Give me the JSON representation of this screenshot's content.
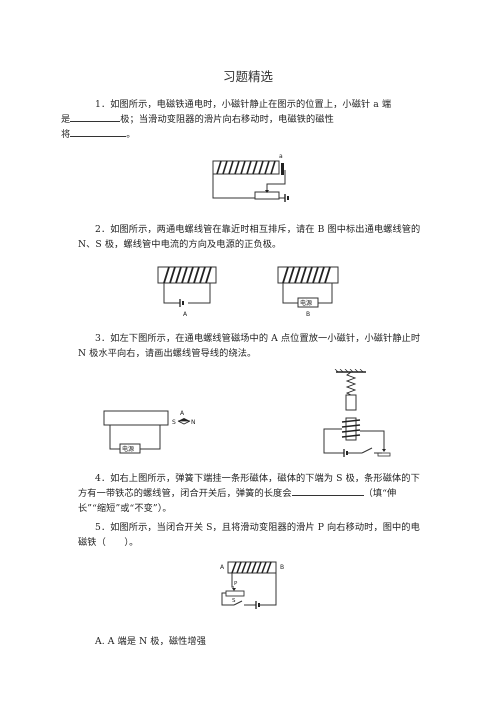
{
  "page_title": "习题精选",
  "q1": {
    "a": "1．如图所示，电磁铁通电时，小磁针静止在图示的位置上，小磁针 a 端",
    "b": "是",
    "c": "极；当滑动变阻器的滑片向右移动时，电磁铁的磁性",
    "d": "将",
    "e": "。",
    "fig_label": "a"
  },
  "q2": {
    "text": "2．如图所示，两通电螺线管在靠近时相互排斥，请在 B 图中标出通电螺线管的 N、S 极，螺线管中电流的方向及电源的正负极。",
    "label_a": "A",
    "label_b": "B",
    "power_label": "电源"
  },
  "q3": {
    "text": "3．如左下图所示，在通电螺线管磁场中的 A 点位置放一小磁针，小磁针静止时 N 极水平向右，请画出螺线管导线的绕法。",
    "point_label": "A",
    "s_label": "S",
    "n_label": "N",
    "power_label": "电源"
  },
  "q4": {
    "a": "4．如右上图所示，弹簧下端挂一条形磁体，磁体的下端为 S 极，条形磁体的下方有一带铁芯的螺线管，闭合开关后，弹簧的长度会",
    "b": "（填“伸长”“缩短”或“不变”）。"
  },
  "q5": {
    "text": "5．如图所示，当闭合开关 S，且将滑动变阻器的滑片 P 向右移动时，图中的电磁铁（　　）。",
    "label_a": "A",
    "label_b": "B",
    "label_p": "P",
    "label_s": "S",
    "option_a": "A. A 端是 N 极，磁性增强"
  }
}
